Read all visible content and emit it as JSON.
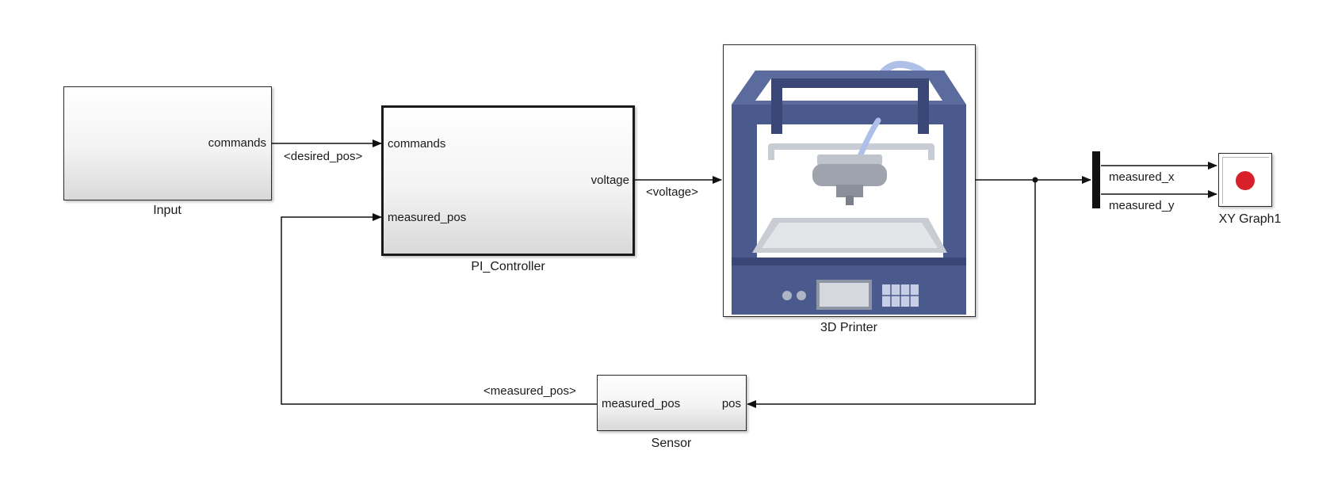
{
  "blocks": {
    "input": {
      "label": "Input",
      "out_port": "commands"
    },
    "pi_controller": {
      "label": "PI_Controller",
      "in_port_1": "commands",
      "in_port_2": "measured_pos",
      "out_port": "voltage"
    },
    "printer": {
      "label": "3D Printer",
      "icon": "3d-printer-icon"
    },
    "sensor": {
      "label": "Sensor",
      "in_port": "pos",
      "out_port": "measured_pos"
    },
    "mux": {
      "out_port_1": "measured_x",
      "out_port_2": "measured_y"
    },
    "xy_graph": {
      "label": "XY Graph1",
      "icon": "record-dot-icon"
    }
  },
  "signals": {
    "desired_pos": "<desired_pos>",
    "voltage": "<voltage>",
    "measured_pos": "<measured_pos>"
  },
  "colors": {
    "printer_frame": "#4a5a8c",
    "printer_frame_dark": "#3a4675",
    "printer_tube": "#aebfe8",
    "xy_dot": "#d8202a"
  }
}
